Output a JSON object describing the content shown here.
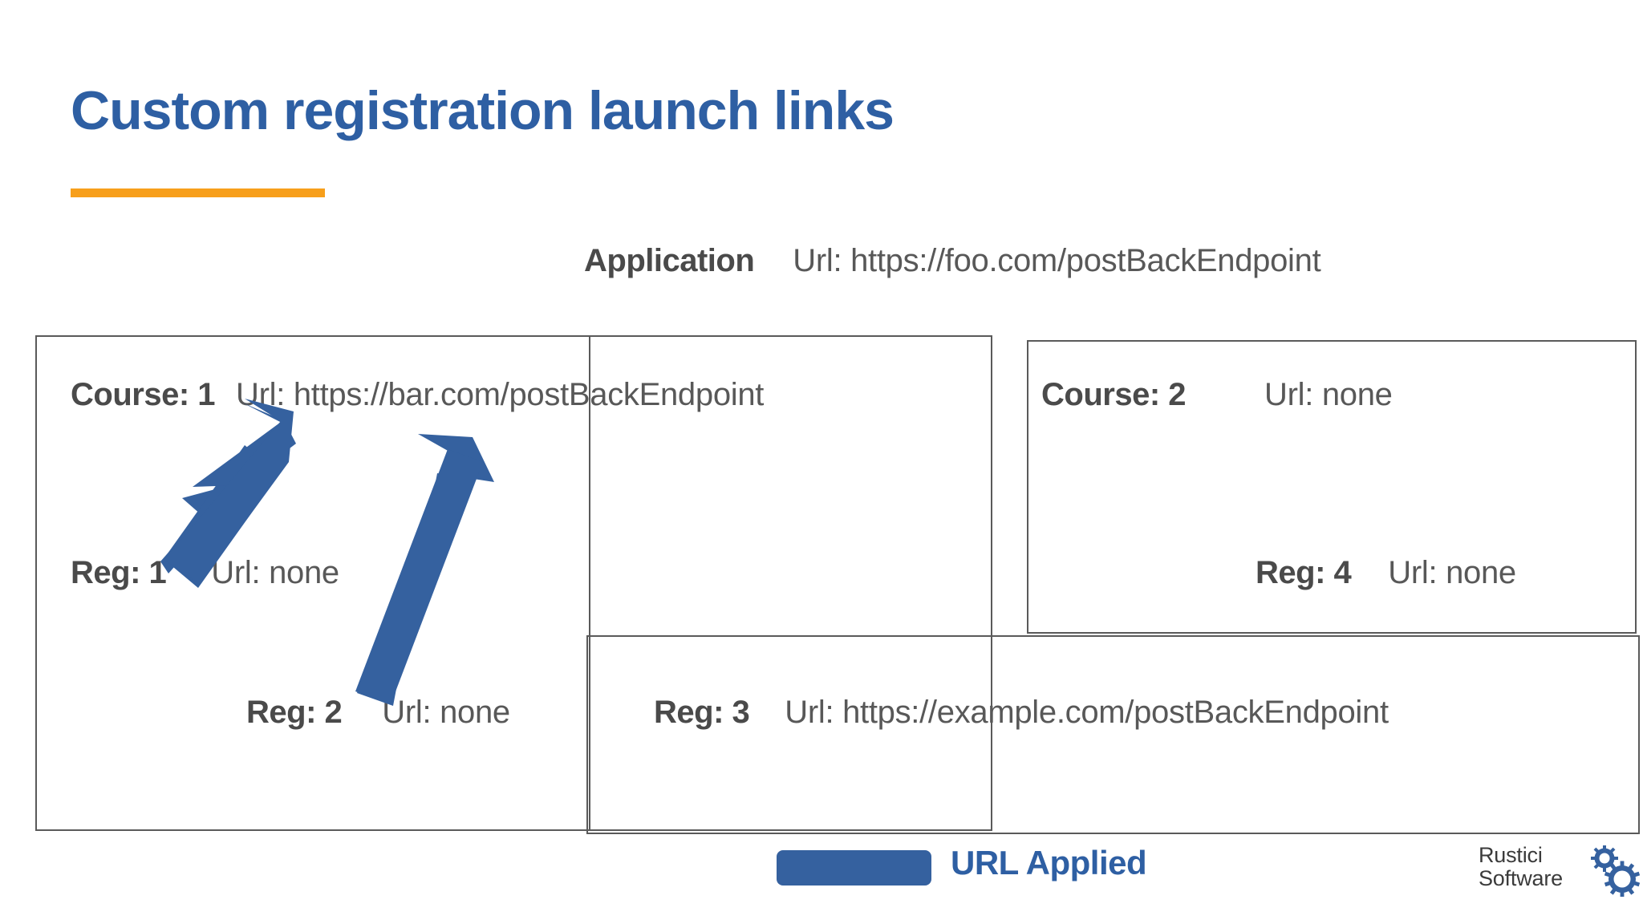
{
  "slide": {
    "title": "Custom registration launch links",
    "accent_blue": "#2e5fa3",
    "accent_orange": "#f79f1b",
    "arrow_blue": "#35619f",
    "text_gray": "#4a4a4a",
    "value_gray": "#585858",
    "box_border": "#5a5a5a",
    "background": "#ffffff"
  },
  "application": {
    "label": "Application",
    "url": "Url: https://foo.com/postBackEndpoint"
  },
  "entities": [
    {
      "id": "course-1",
      "label": "Course: 1",
      "url": "Url: https://bar.com/postBackEndpoint"
    },
    {
      "id": "course-2",
      "label": "Course: 2",
      "url": "Url: none"
    },
    {
      "id": "reg-1",
      "label": "Reg: 1",
      "url": "Url: none"
    },
    {
      "id": "reg-2",
      "label": "Reg: 2",
      "url": "Url: none"
    },
    {
      "id": "reg-3",
      "label": "Reg: 3",
      "url": "Url: https://example.com/postBackEndpoint"
    },
    {
      "id": "reg-4",
      "label": "Reg: 4",
      "url": "Url: none"
    }
  ],
  "legend": {
    "label": "URL Applied",
    "swatch_color": "#35619f"
  },
  "logo": {
    "line1": "Rustici",
    "line2": "Software",
    "gear_color": "#35619f",
    "icon": "gears-icon"
  },
  "arrows": [
    {
      "name": "arrow-reg1-to-course1",
      "from": "reg-1",
      "to": "course-1"
    },
    {
      "name": "arrow-reg2-to-course1",
      "from": "reg-2",
      "to": "course-1"
    }
  ]
}
